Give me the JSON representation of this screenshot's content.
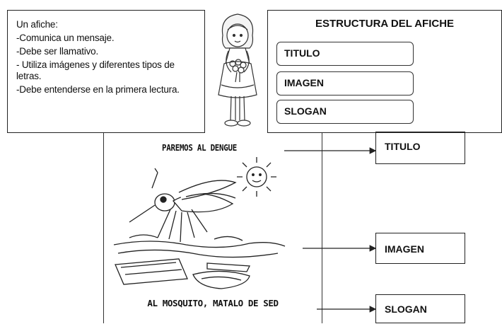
{
  "definition": {
    "lines": [
      "Un afiche:",
      "-Comunica un mensaje.",
      "-Debe ser llamativo.",
      "- Utiliza imágenes y diferentes tipos de letras.",
      "-Debe entenderse en la primera lectura."
    ]
  },
  "structure": {
    "title": "ESTRUCTURA DEL AFICHE",
    "items": [
      "TITULO",
      "IMAGEN",
      "SLOGAN"
    ]
  },
  "poster": {
    "title": "PAREMOS AL DENGUE",
    "slogan": "AL MOSQUITO, MATALO DE SED"
  },
  "labels": {
    "title": "TITULO",
    "image": "IMAGEN",
    "slogan": "SLOGAN"
  },
  "icons": {
    "girl": "girl-with-flowers-icon",
    "mosquito": "mosquito-icon",
    "sun": "sun-icon"
  }
}
